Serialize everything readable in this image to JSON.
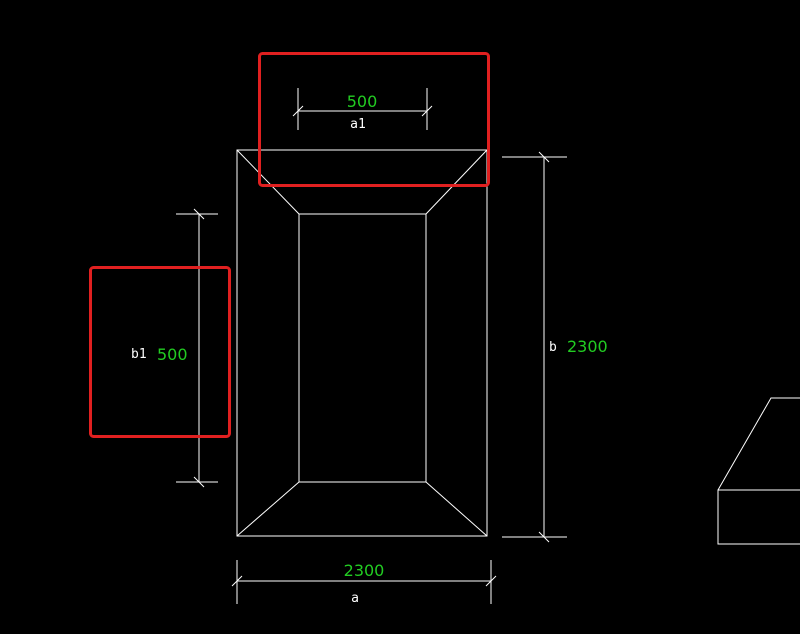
{
  "drawing": {
    "colors": {
      "background": "#000000",
      "line": "#ffffff",
      "dimension_value": "#22cc22",
      "highlight": "#e02020"
    },
    "dimensions": {
      "top_a1": {
        "value": "500",
        "symbol": "a1"
      },
      "left_b1": {
        "value": "500",
        "symbol": "b1"
      },
      "right_b": {
        "value": "2300",
        "symbol": "b"
      },
      "bottom_a": {
        "value": "2300",
        "symbol": "a"
      }
    }
  }
}
